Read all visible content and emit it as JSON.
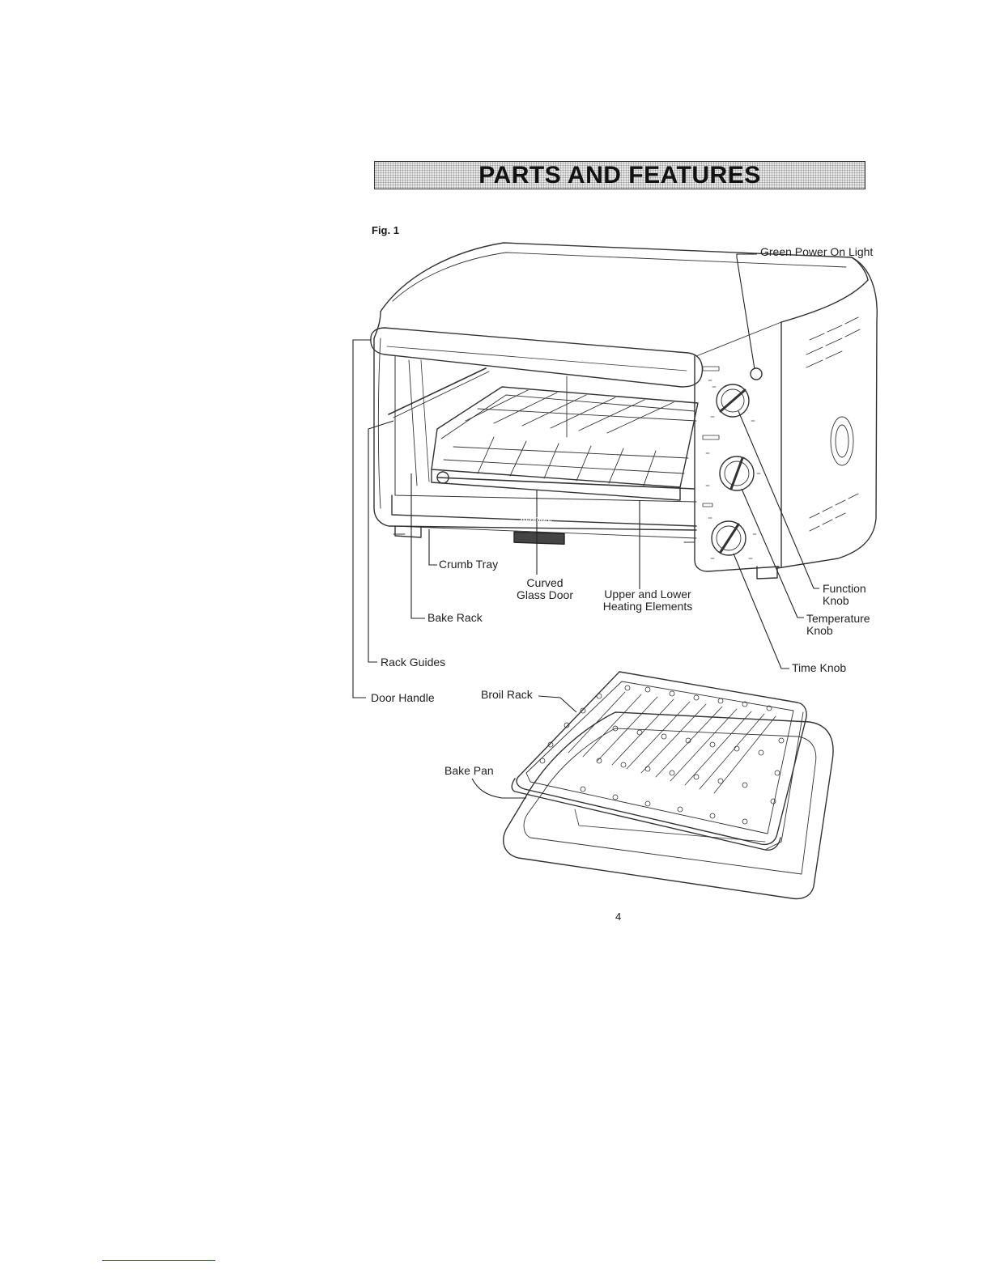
{
  "title": "PARTS AND FEATURES",
  "figure_label": "Fig. 1",
  "brand_badge": "Kenmore",
  "page_number": "4",
  "labels": {
    "green_power_on_light": "Green Power On Light",
    "crumb_tray": "Crumb Tray",
    "curved_glass_door_1": "Curved",
    "curved_glass_door_2": "Glass Door",
    "heating_elements_1": "Upper and Lower",
    "heating_elements_2": "Heating Elements",
    "function_knob_1": "Function",
    "function_knob_2": "Knob",
    "temperature_knob_1": "Temperature",
    "temperature_knob_2": "Knob",
    "bake_rack": "Bake Rack",
    "rack_guides": "Rack Guides",
    "time_knob": "Time Knob",
    "door_handle": "Door Handle",
    "broil_rack": "Broil Rack",
    "bake_pan": "Bake Pan"
  }
}
